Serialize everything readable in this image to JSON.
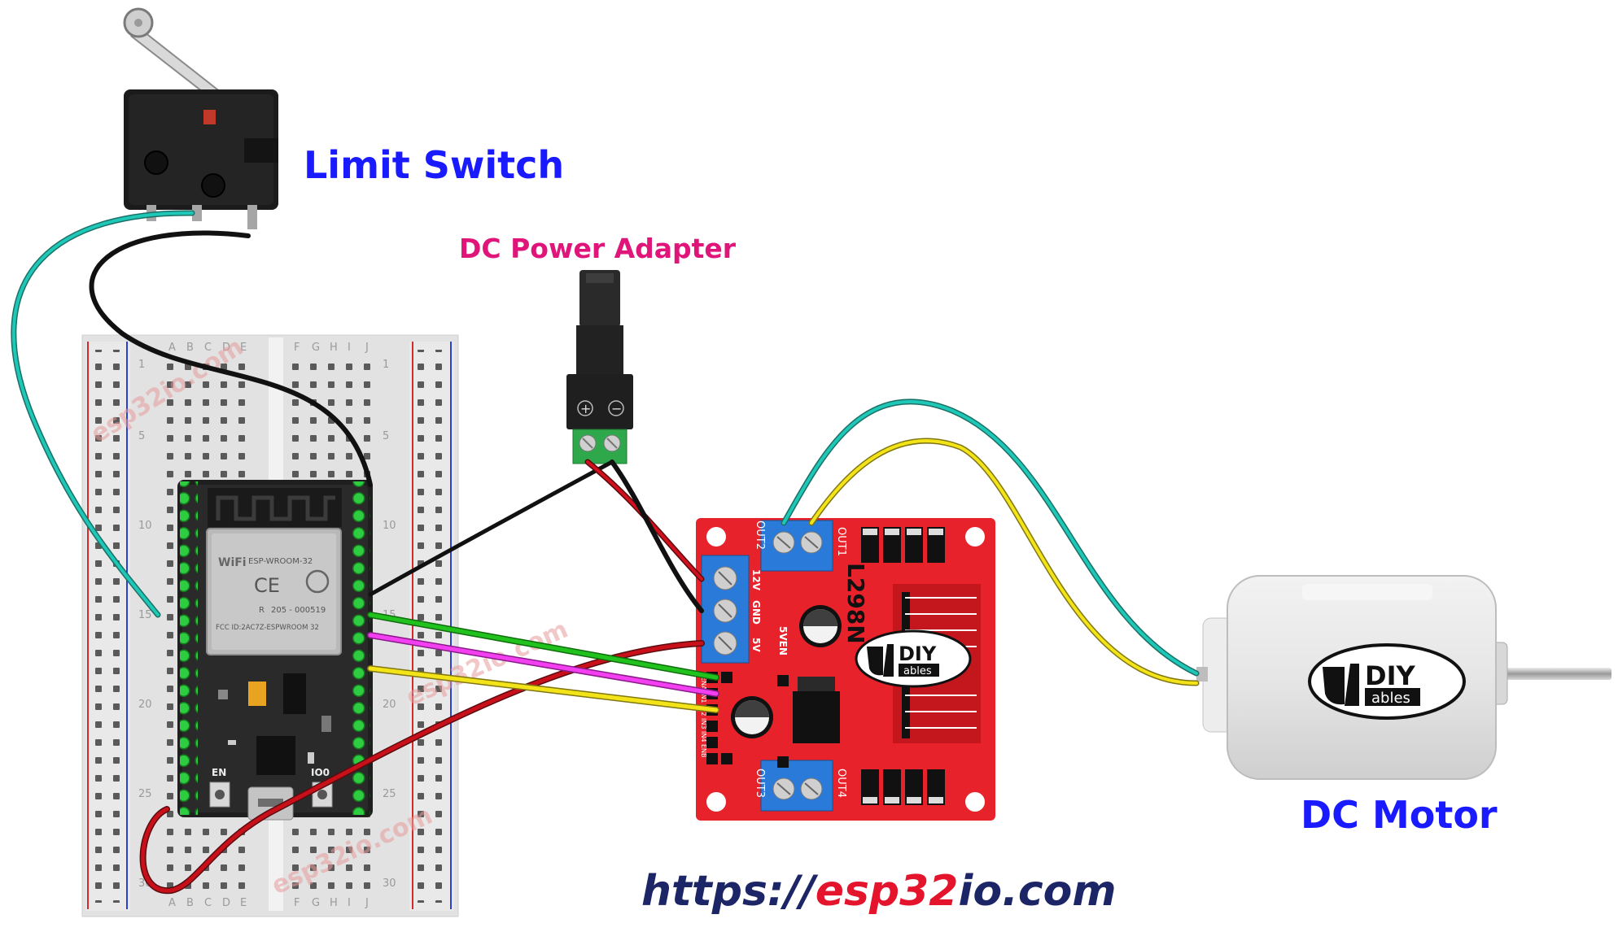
{
  "labels": {
    "limit_switch": "Limit Switch",
    "power_adapter": "DC Power Adapter",
    "dc_motor": "DC Motor"
  },
  "url": {
    "prefix": "https://",
    "brand_a": "esp32",
    "brand_b": "io",
    "suffix": ".com"
  },
  "watermark": "esp32io.com",
  "breadboard": {
    "columns_left": [
      "A",
      "B",
      "C",
      "D",
      "E"
    ],
    "columns_right": [
      "F",
      "G",
      "H",
      "I",
      "J"
    ],
    "row_numbers": [
      "1",
      "5",
      "10",
      "15",
      "20",
      "25",
      "30"
    ]
  },
  "esp32": {
    "module_name": "ESP-WROOM-32",
    "wifi": "WiFi",
    "ce": "CE",
    "cert_r": "R",
    "cert_code": "205 - 000519",
    "fcc": "FCC ID:2AC7Z-ESPWROOM 32",
    "en": "EN",
    "io0": "IO0"
  },
  "driver": {
    "chip": "L298N",
    "out1": "OUT1",
    "out2": "OUT2",
    "out3": "OUT3",
    "out4": "OUT4",
    "v12": "12V",
    "gnd": "GND",
    "v5": "5V",
    "v5en": "5VEN",
    "pins": "ENA IN1 IN2 IN3 IN4 ENB"
  },
  "logo": {
    "text": "DIY",
    "sub": "ables"
  },
  "adapter": {
    "plus": "+",
    "minus": "−"
  },
  "colors": {
    "label_blue": "#1a1aff",
    "label_pink": "#e0157a",
    "url_navy": "#1c2566",
    "url_red": "#e3142b",
    "board_red": "#e8222b",
    "wire_cyan": "#1ec7b6",
    "wire_black": "#111111",
    "wire_red": "#c8101a",
    "wire_green": "#22c21e",
    "wire_magenta": "#f23ff0",
    "wire_yellow": "#f3e41a"
  }
}
